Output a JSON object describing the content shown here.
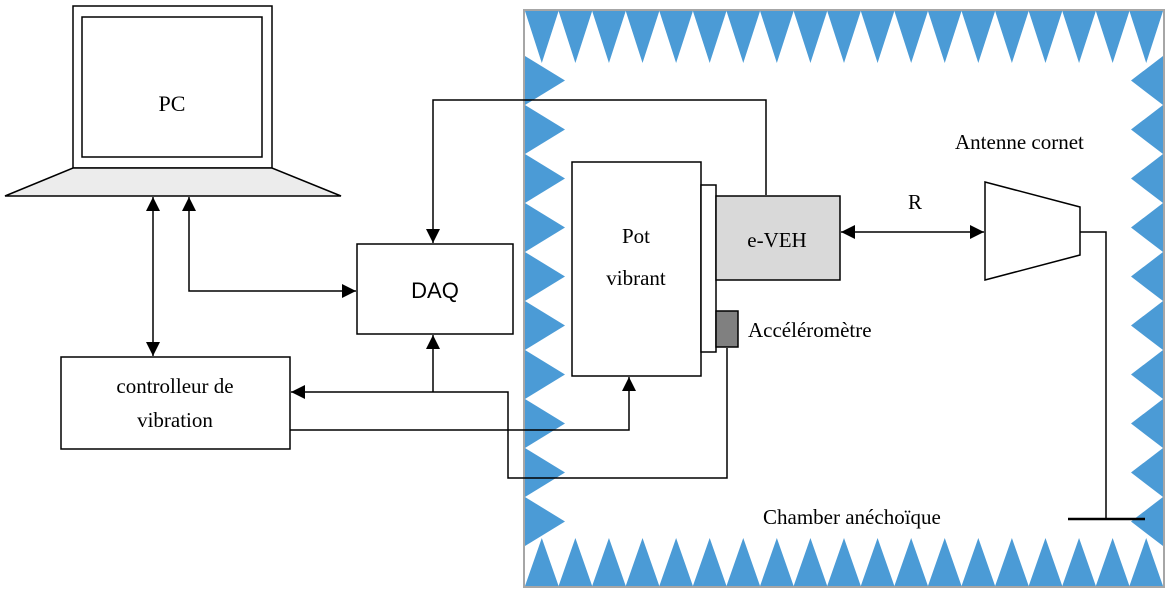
{
  "labels": {
    "pc": "PC",
    "daq": "DAQ",
    "controller_line1": "controlleur de",
    "controller_line2": "vibration",
    "shaker_line1": "Pot",
    "shaker_line2": "vibrant",
    "eveh": "e-VEH",
    "accelerometer": "Accéléromètre",
    "horn_antenna": "Antenne cornet",
    "distance": "R",
    "chamber": "Chamber anéchoïque"
  },
  "colors": {
    "absorber": "#4b9bd6",
    "chamber_wall": "#a6a6a6",
    "eveh_fill": "#d9d9d9",
    "accelerometer_fill": "#808080",
    "laptop_base_fill": "#ececec",
    "line": "#000000"
  }
}
